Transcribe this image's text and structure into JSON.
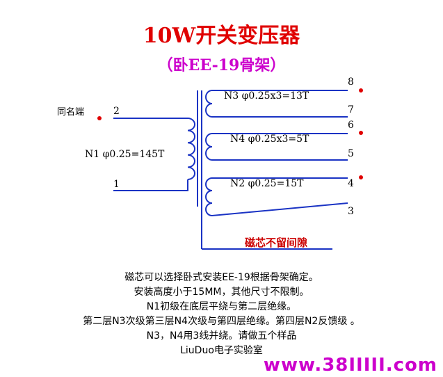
{
  "colors": {
    "title": "#e00000",
    "subtitle": "#cc00cc",
    "accent_red": "#e00000",
    "core_note": "#cc0000",
    "footer": "#cc00cc",
    "wire": "#1a33c4"
  },
  "title": "10W开关变压器",
  "subtitle": "（卧EE-19骨架）",
  "dot_label": "同名端",
  "primary": {
    "pin_top": "2",
    "pin_bottom": "1",
    "label": "N1  φ0.25=145T"
  },
  "windings": [
    {
      "label": "N3  φ0.25x3=13T",
      "pin_top": "8",
      "pin_bottom": "7"
    },
    {
      "label": "N4  φ0.25x3=5T",
      "pin_top": "6",
      "pin_bottom": "5"
    },
    {
      "label": "N2  φ0.25=15T",
      "pin_top": "4",
      "pin_bottom": "3"
    }
  ],
  "core_note": "磁芯不留间隙",
  "notes": [
    "磁芯可以选择卧式安装EE-19根据骨架确定。",
    "安装高度小于15MM，其他尺寸不限制。",
    "N1初级在底层平绕与第二层绝缘。",
    "第二层N3次级第三层N4次级与第四层绝缘。第四层N2反馈级 。",
    "N3，N4用3线并绕。请做五个样品",
    "LiuDuo电子实验室"
  ],
  "footer": "www.38IIIII.com"
}
